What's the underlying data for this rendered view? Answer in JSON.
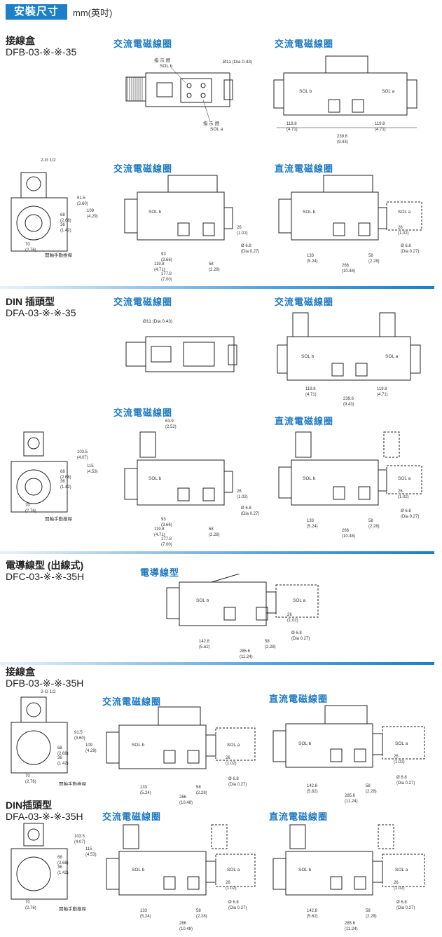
{
  "header": {
    "badge": "安裝尺寸",
    "unit": "mm(英吋)"
  },
  "sections": [
    {
      "name": "接線盒",
      "code": "DFB-03-※-※-35"
    },
    {
      "name": "DIN 插頭型",
      "code": "DFA-03-※-※-35"
    },
    {
      "name": "電導線型 (出線式)",
      "code": "DFC-03-※-※-35H"
    },
    {
      "name": "接線盒",
      "code": "DFB-03-※-※-35H"
    },
    {
      "name": "DIN插頭型",
      "code": "DFA-03-※-※-35H"
    }
  ],
  "captions": {
    "ac": "交流電磁線圈",
    "dc": "直流電磁線圈",
    "lead": "電導線型"
  },
  "labels": {
    "indicator": "指 示 燈",
    "sol_a": "SOL a",
    "sol_b": "SOL b",
    "sol_b_sym": "SOL b",
    "dia11": "Ø11 (Dia 0.43)",
    "manual": "開軸手動推桿",
    "port": "2-G 1/2",
    "dia68": "Ø 6.8",
    "dia027": "(Dia 0.27)"
  },
  "dims": {
    "d119": "119.8",
    "d119i": "(4.71)",
    "d239": "239.6",
    "d239i": "(9.43)",
    "d915": "91.5",
    "d915i": "(3.60)",
    "d109": "109",
    "d109i": "(4.29)",
    "d68": "68",
    "d68i": "(2.68)",
    "d36": "36",
    "d36i": "(1.42)",
    "d70": "70",
    "d70i": "(2.76)",
    "d26": "26",
    "d26i": "(1.02)",
    "d93": "93",
    "d93i": "(3.66)",
    "d58": "58",
    "d58i": "(2.28)",
    "d1778": "177.8",
    "d1778i": "(7.00)",
    "d133": "133",
    "d133i": "(5.24)",
    "d266": "266",
    "d266i": "(10.48)",
    "d1035": "103.5",
    "d1035i": "(4.07)",
    "d115": "115",
    "d115i": "(4.53)",
    "d639": "63.9",
    "d639i": "(2.52)",
    "d1428": "142.8",
    "d1428i": "(5.62)",
    "d2856": "285.6",
    "d2856i": "(11.24)"
  }
}
